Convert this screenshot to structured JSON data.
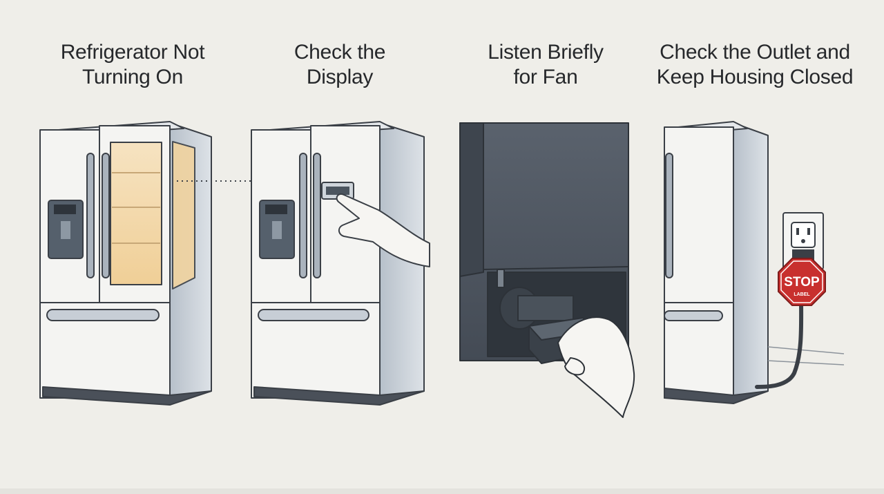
{
  "panels": [
    {
      "id": "panel-1",
      "title_lines": [
        "Refrigerator Not",
        "Turning On"
      ]
    },
    {
      "id": "panel-2",
      "title_lines": [
        "Check the",
        "Display"
      ]
    },
    {
      "id": "panel-3",
      "title_lines": [
        "Listen Briefly",
        "for Fan"
      ]
    },
    {
      "id": "panel-4",
      "title_lines": [
        "Check the Outlet and",
        "Keep Housing Closed"
      ]
    }
  ],
  "stop_sign": {
    "main": "STOP",
    "sub": "LABEL",
    "color": "#c8302e"
  },
  "colors": {
    "background": "#efeee9",
    "fridge_body": "#f4f4f2",
    "fridge_side": "#c9d0d8",
    "outline": "#3a3f46",
    "interior_glow": "#f3d7a6",
    "dark_housing": "#4d5560"
  }
}
